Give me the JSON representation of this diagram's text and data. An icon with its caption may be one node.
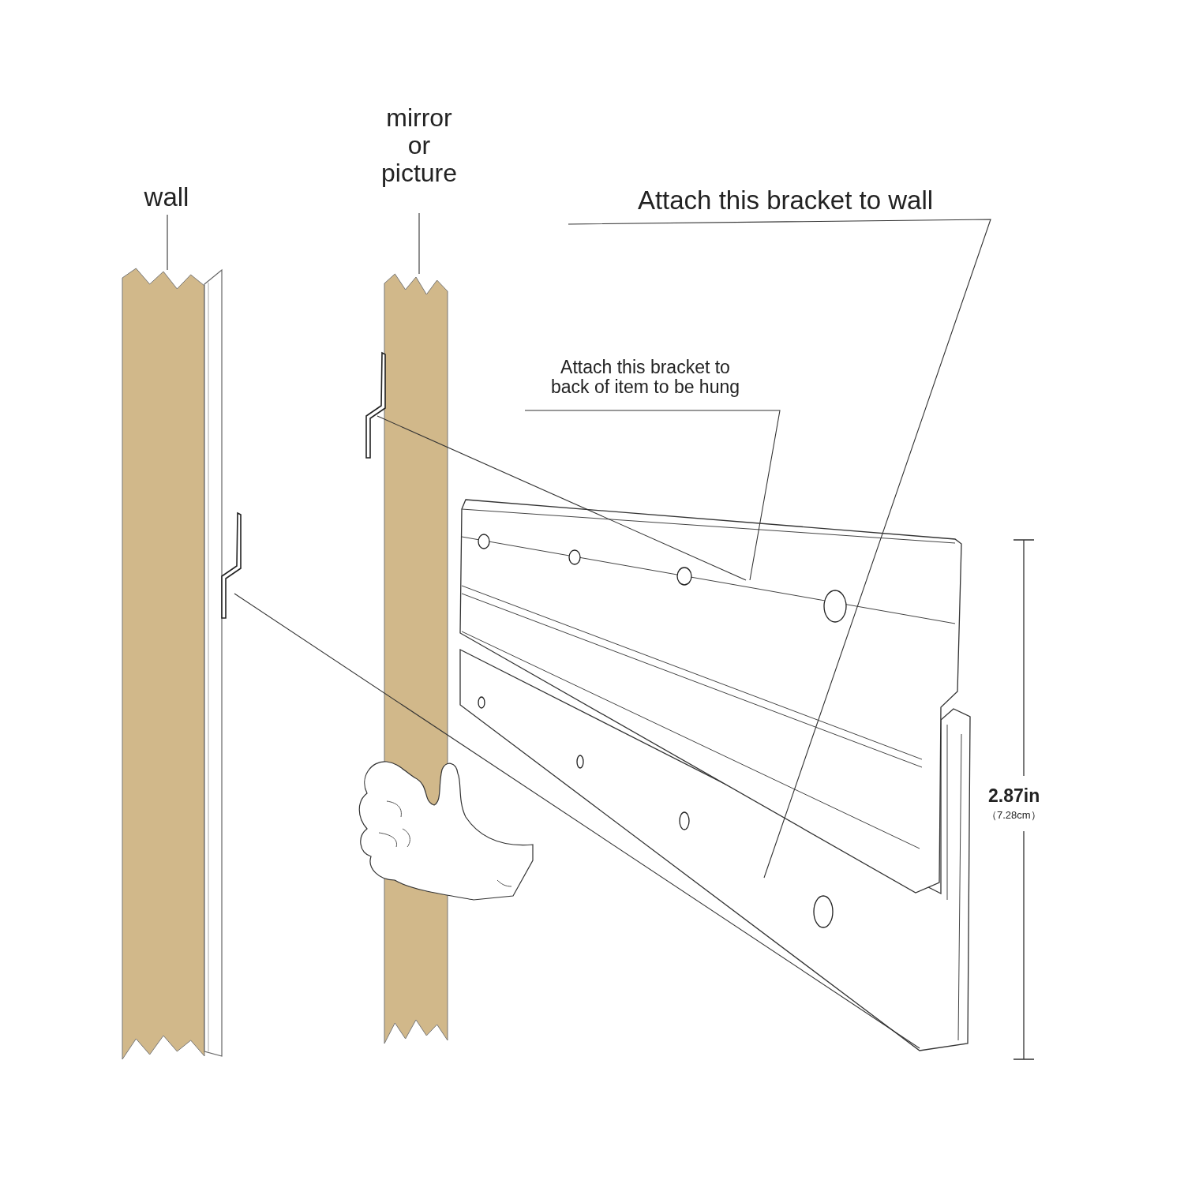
{
  "diagram": {
    "nodes": [
      {
        "text": [
          "wall"
        ]
      },
      {
        "text": [],
        "shape": "box"
      },
      {
        "text": [
          "mirror or picture"
        ]
      },
      {
        "text": [],
        "shape": "box"
      },
      {
        "text": [],
        "shape": "bracket"
      },
      {
        "text": [],
        "shape": "bracket"
      },
      {
        "text": [
          "Attach this bracket to back of item to be hung"
        ]
      },
      {
        "text": [
          "Attach this bracket to wall"
        ]
      },
      {
        "text": [],
        "shape": "bracket"
      },
      {
        "text": [],
        "shape": "bracket"
      }
    ],
    "edges": [
      {
        "from": 0,
        "to": 1,
        "arrow": "none"
      },
      {
        "from": 2,
        "to": 3,
        "arrow": "none"
      },
      {
        "from": 6,
        "to": 8,
        "arrow": "none"
      },
      {
        "from": 7,
        "to": 9,
        "arrow": "none"
      },
      {
        "from": 5,
        "to": 8,
        "arrow": "none"
      },
      {
        "from": 4,
        "to": 9,
        "arrow": "none"
      }
    ],
    "labels": [
      "2.87in",
      "（7.28cm）"
    ]
  }
}
